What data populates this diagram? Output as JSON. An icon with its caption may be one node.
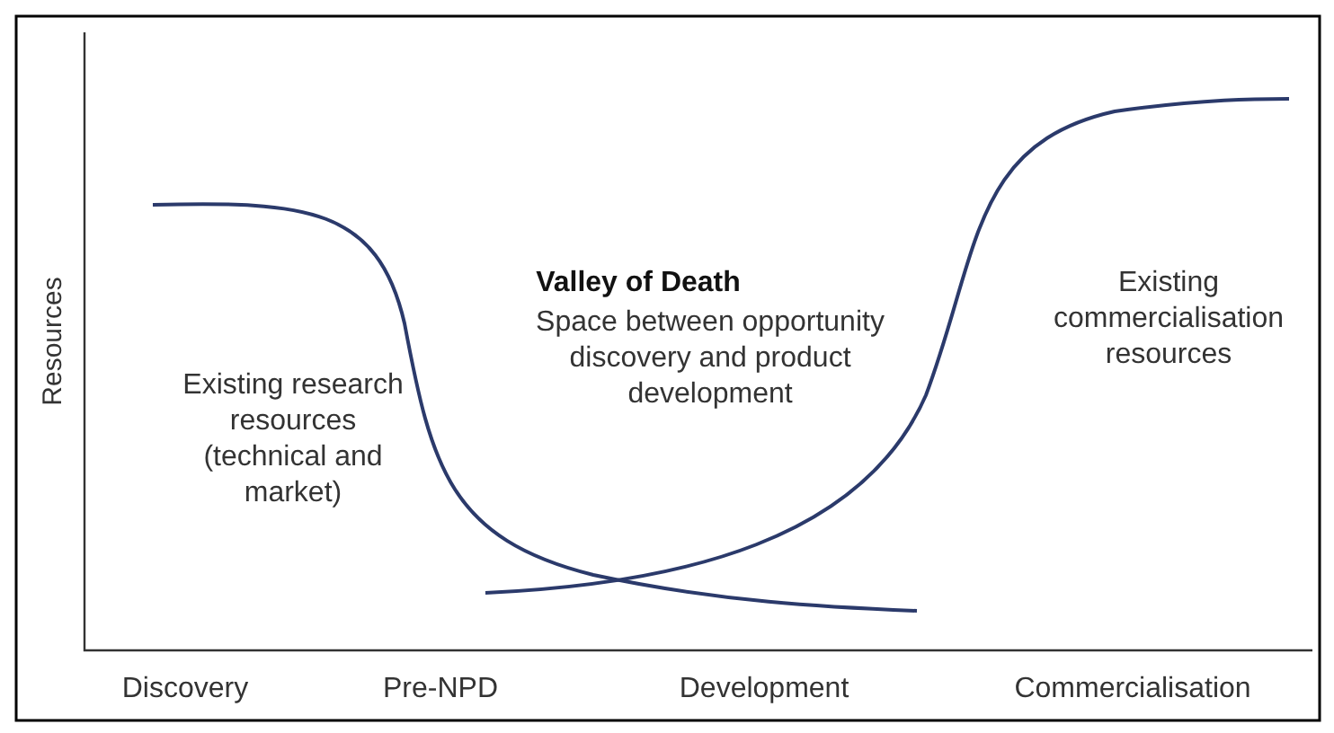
{
  "diagram": {
    "labels": [
      "Resources",
      "Valley of Death",
      "Space between opportunity discovery and product development",
      "Existing commercialisation resources",
      "Existing research resources (technical and market)",
      "Discovery",
      "Pre-NPD",
      "Development",
      "Commercialisation"
    ]
  }
}
